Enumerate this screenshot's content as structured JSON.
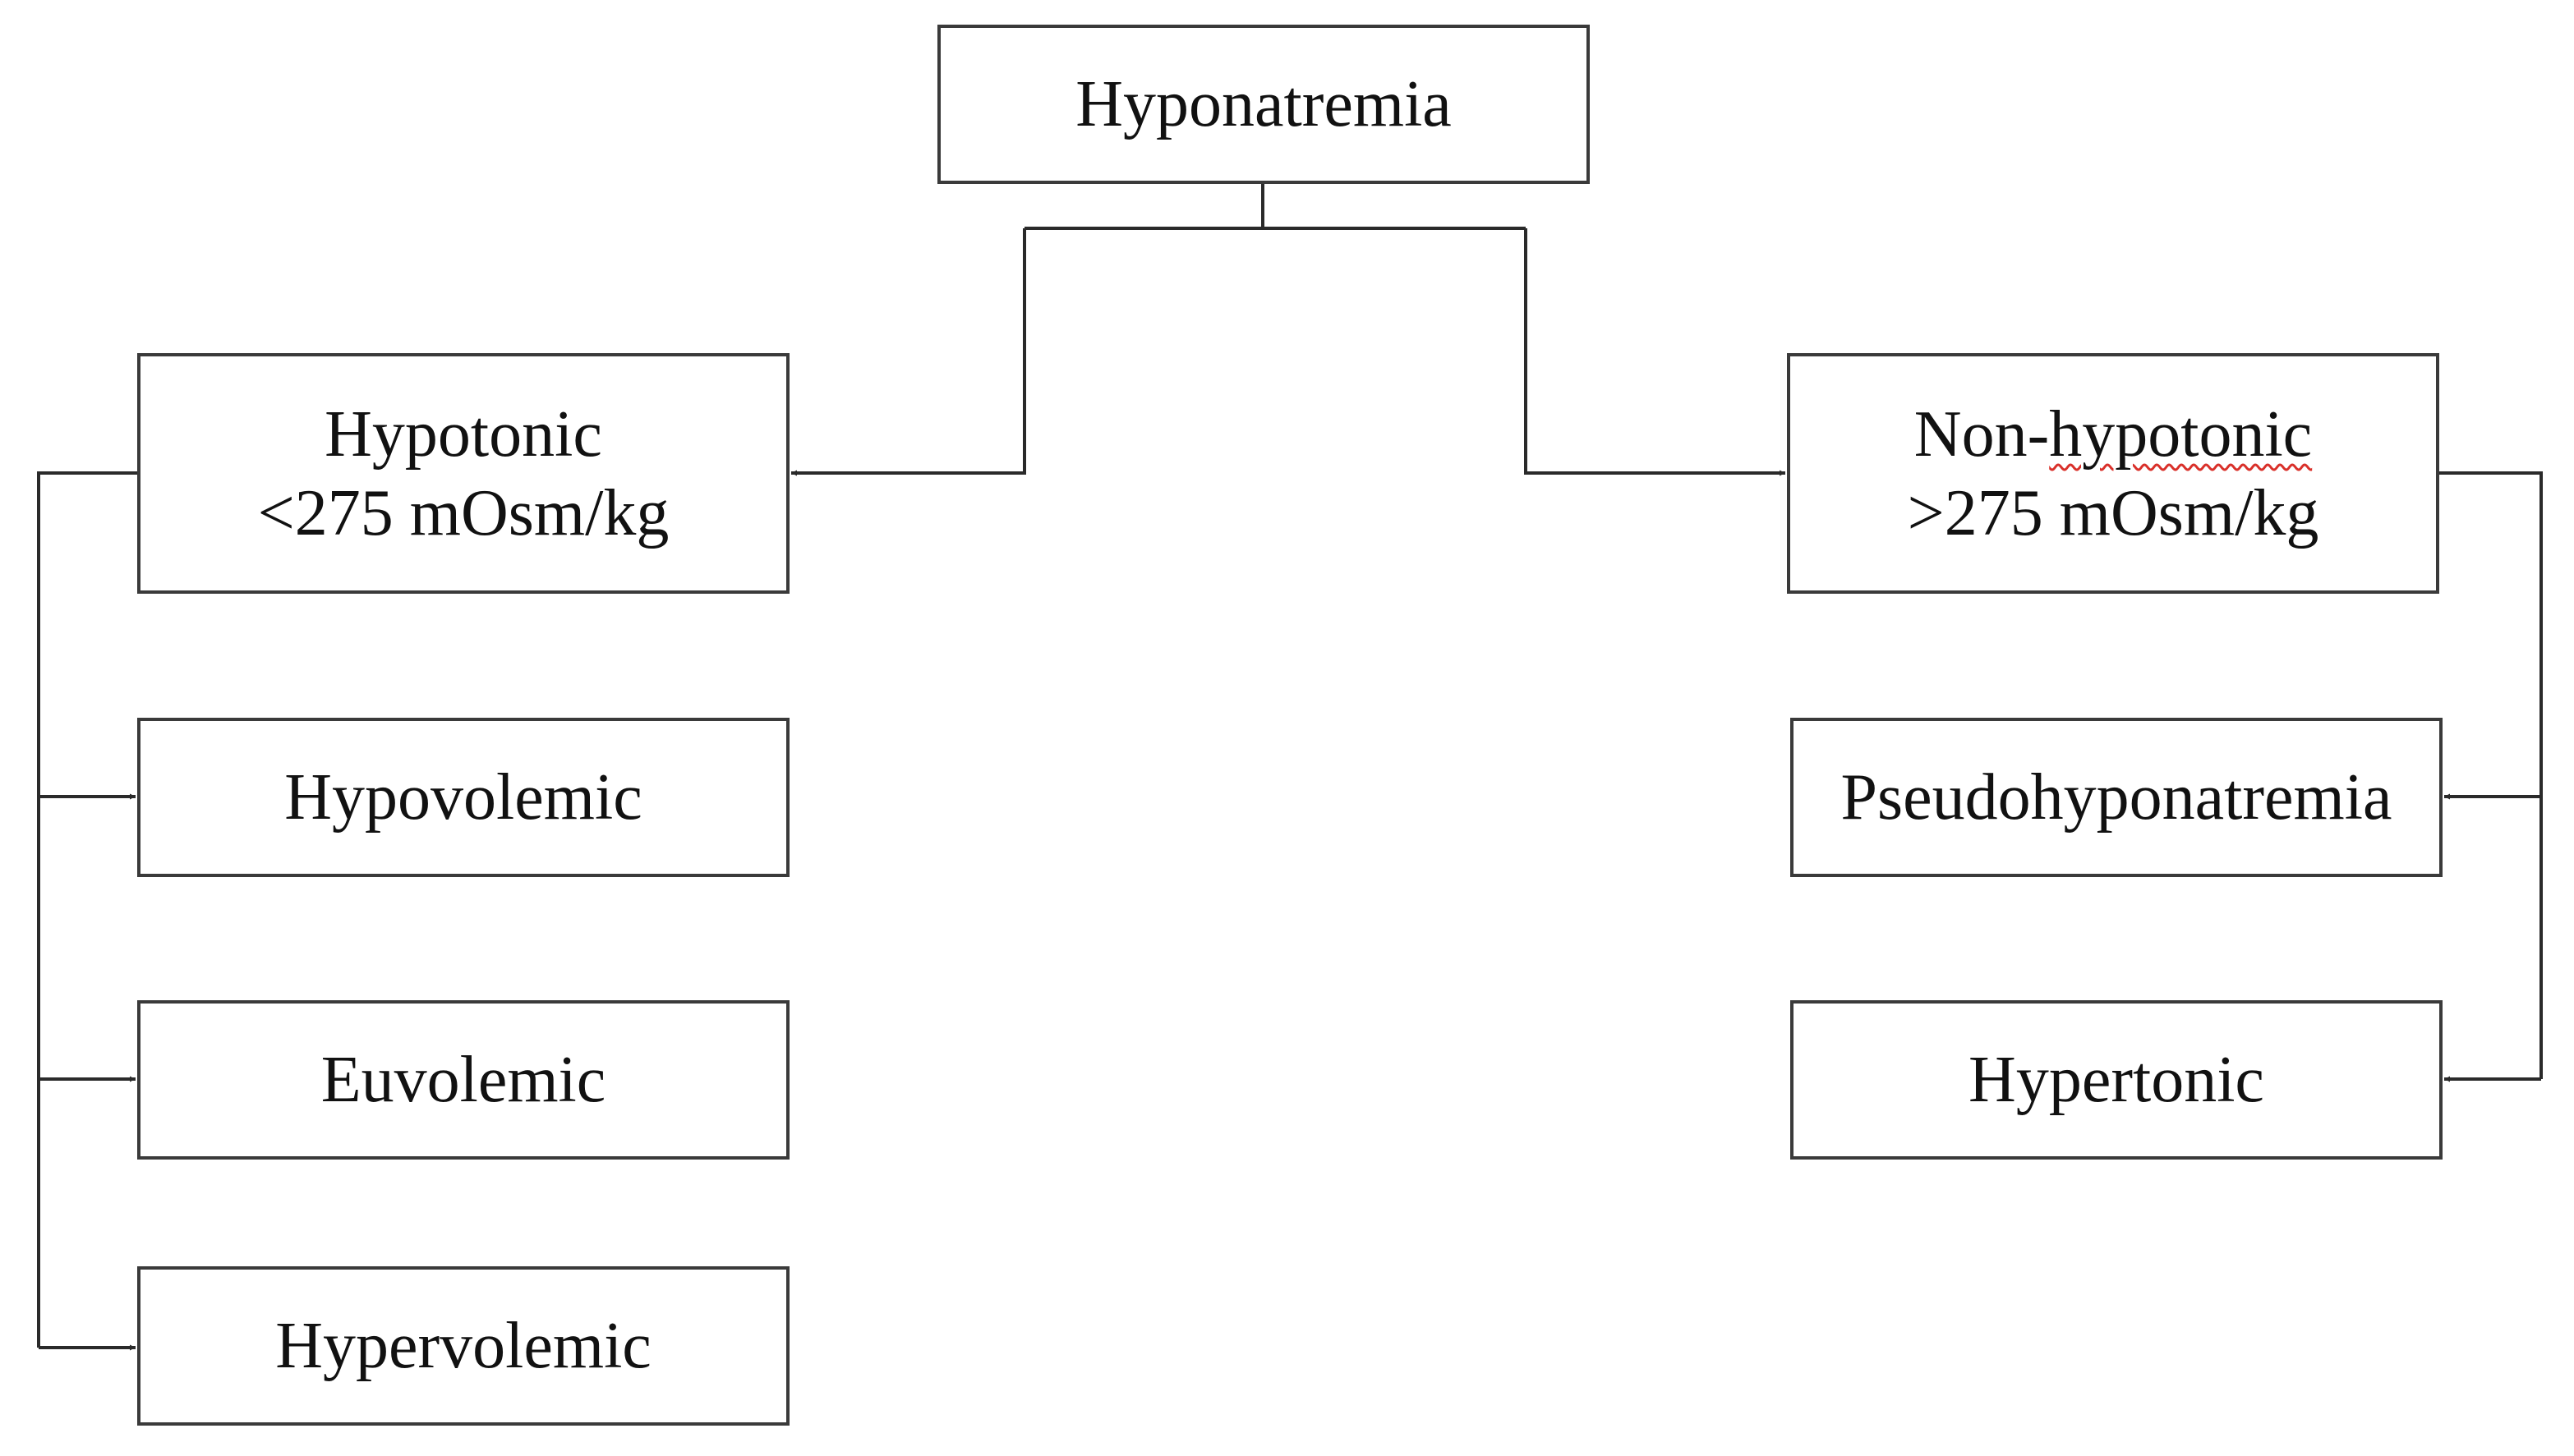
{
  "diagram": {
    "root": {
      "label": "Hyponatremia"
    },
    "hypotonic": {
      "label": "Hypotonic",
      "threshold": "<275 mOsm/kg",
      "children": [
        "Hypovolemic",
        "Euvolemic",
        "Hypervolemic"
      ]
    },
    "non_hypotonic": {
      "label_prefix": "Non-",
      "label_marked": "hypotonic",
      "threshold": ">275 mOsm/kg",
      "children": [
        "Pseudohyponatremia",
        "Hypertonic"
      ]
    },
    "line_color": "#2a2a2a",
    "spellcheck_mark_color": "#d9302a"
  }
}
